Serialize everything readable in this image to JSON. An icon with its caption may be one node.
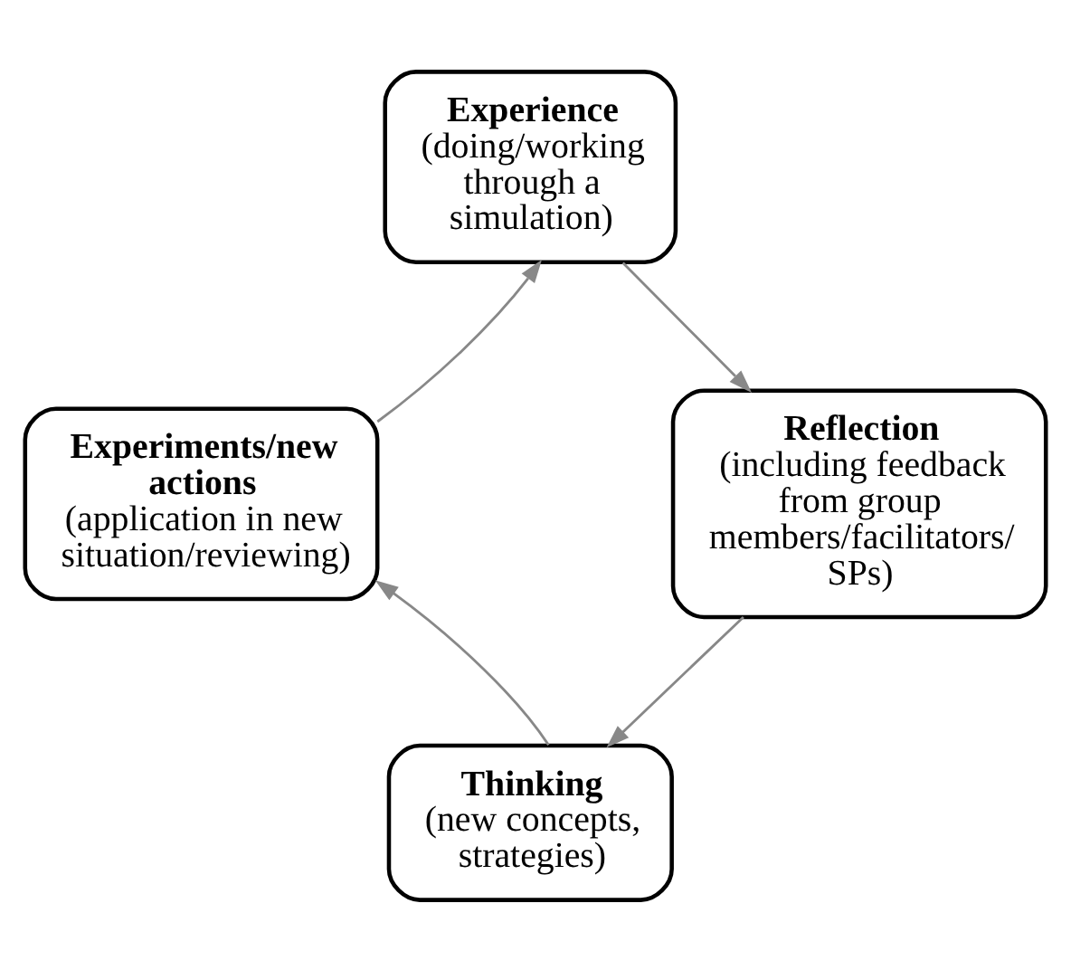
{
  "diagram": {
    "nodes": [
      {
        "text": [
          "Experience",
          "(doing/working through a simulation)"
        ]
      },
      {
        "text": [
          "Reflection",
          "(including feedback from group members/facilitators/ SPs)"
        ]
      },
      {
        "text": [
          "Thinking",
          "(new concepts, strategies)"
        ]
      },
      {
        "text": [
          "Experiments/new actions",
          "(application in new situation/reviewing)"
        ]
      }
    ],
    "edges": [
      {
        "from": 0,
        "to": 1,
        "arrow": "to"
      },
      {
        "from": 1,
        "to": 2,
        "arrow": "to"
      },
      {
        "from": 2,
        "to": 3,
        "arrow": "to"
      },
      {
        "from": 3,
        "to": 0,
        "arrow": "to"
      }
    ]
  }
}
